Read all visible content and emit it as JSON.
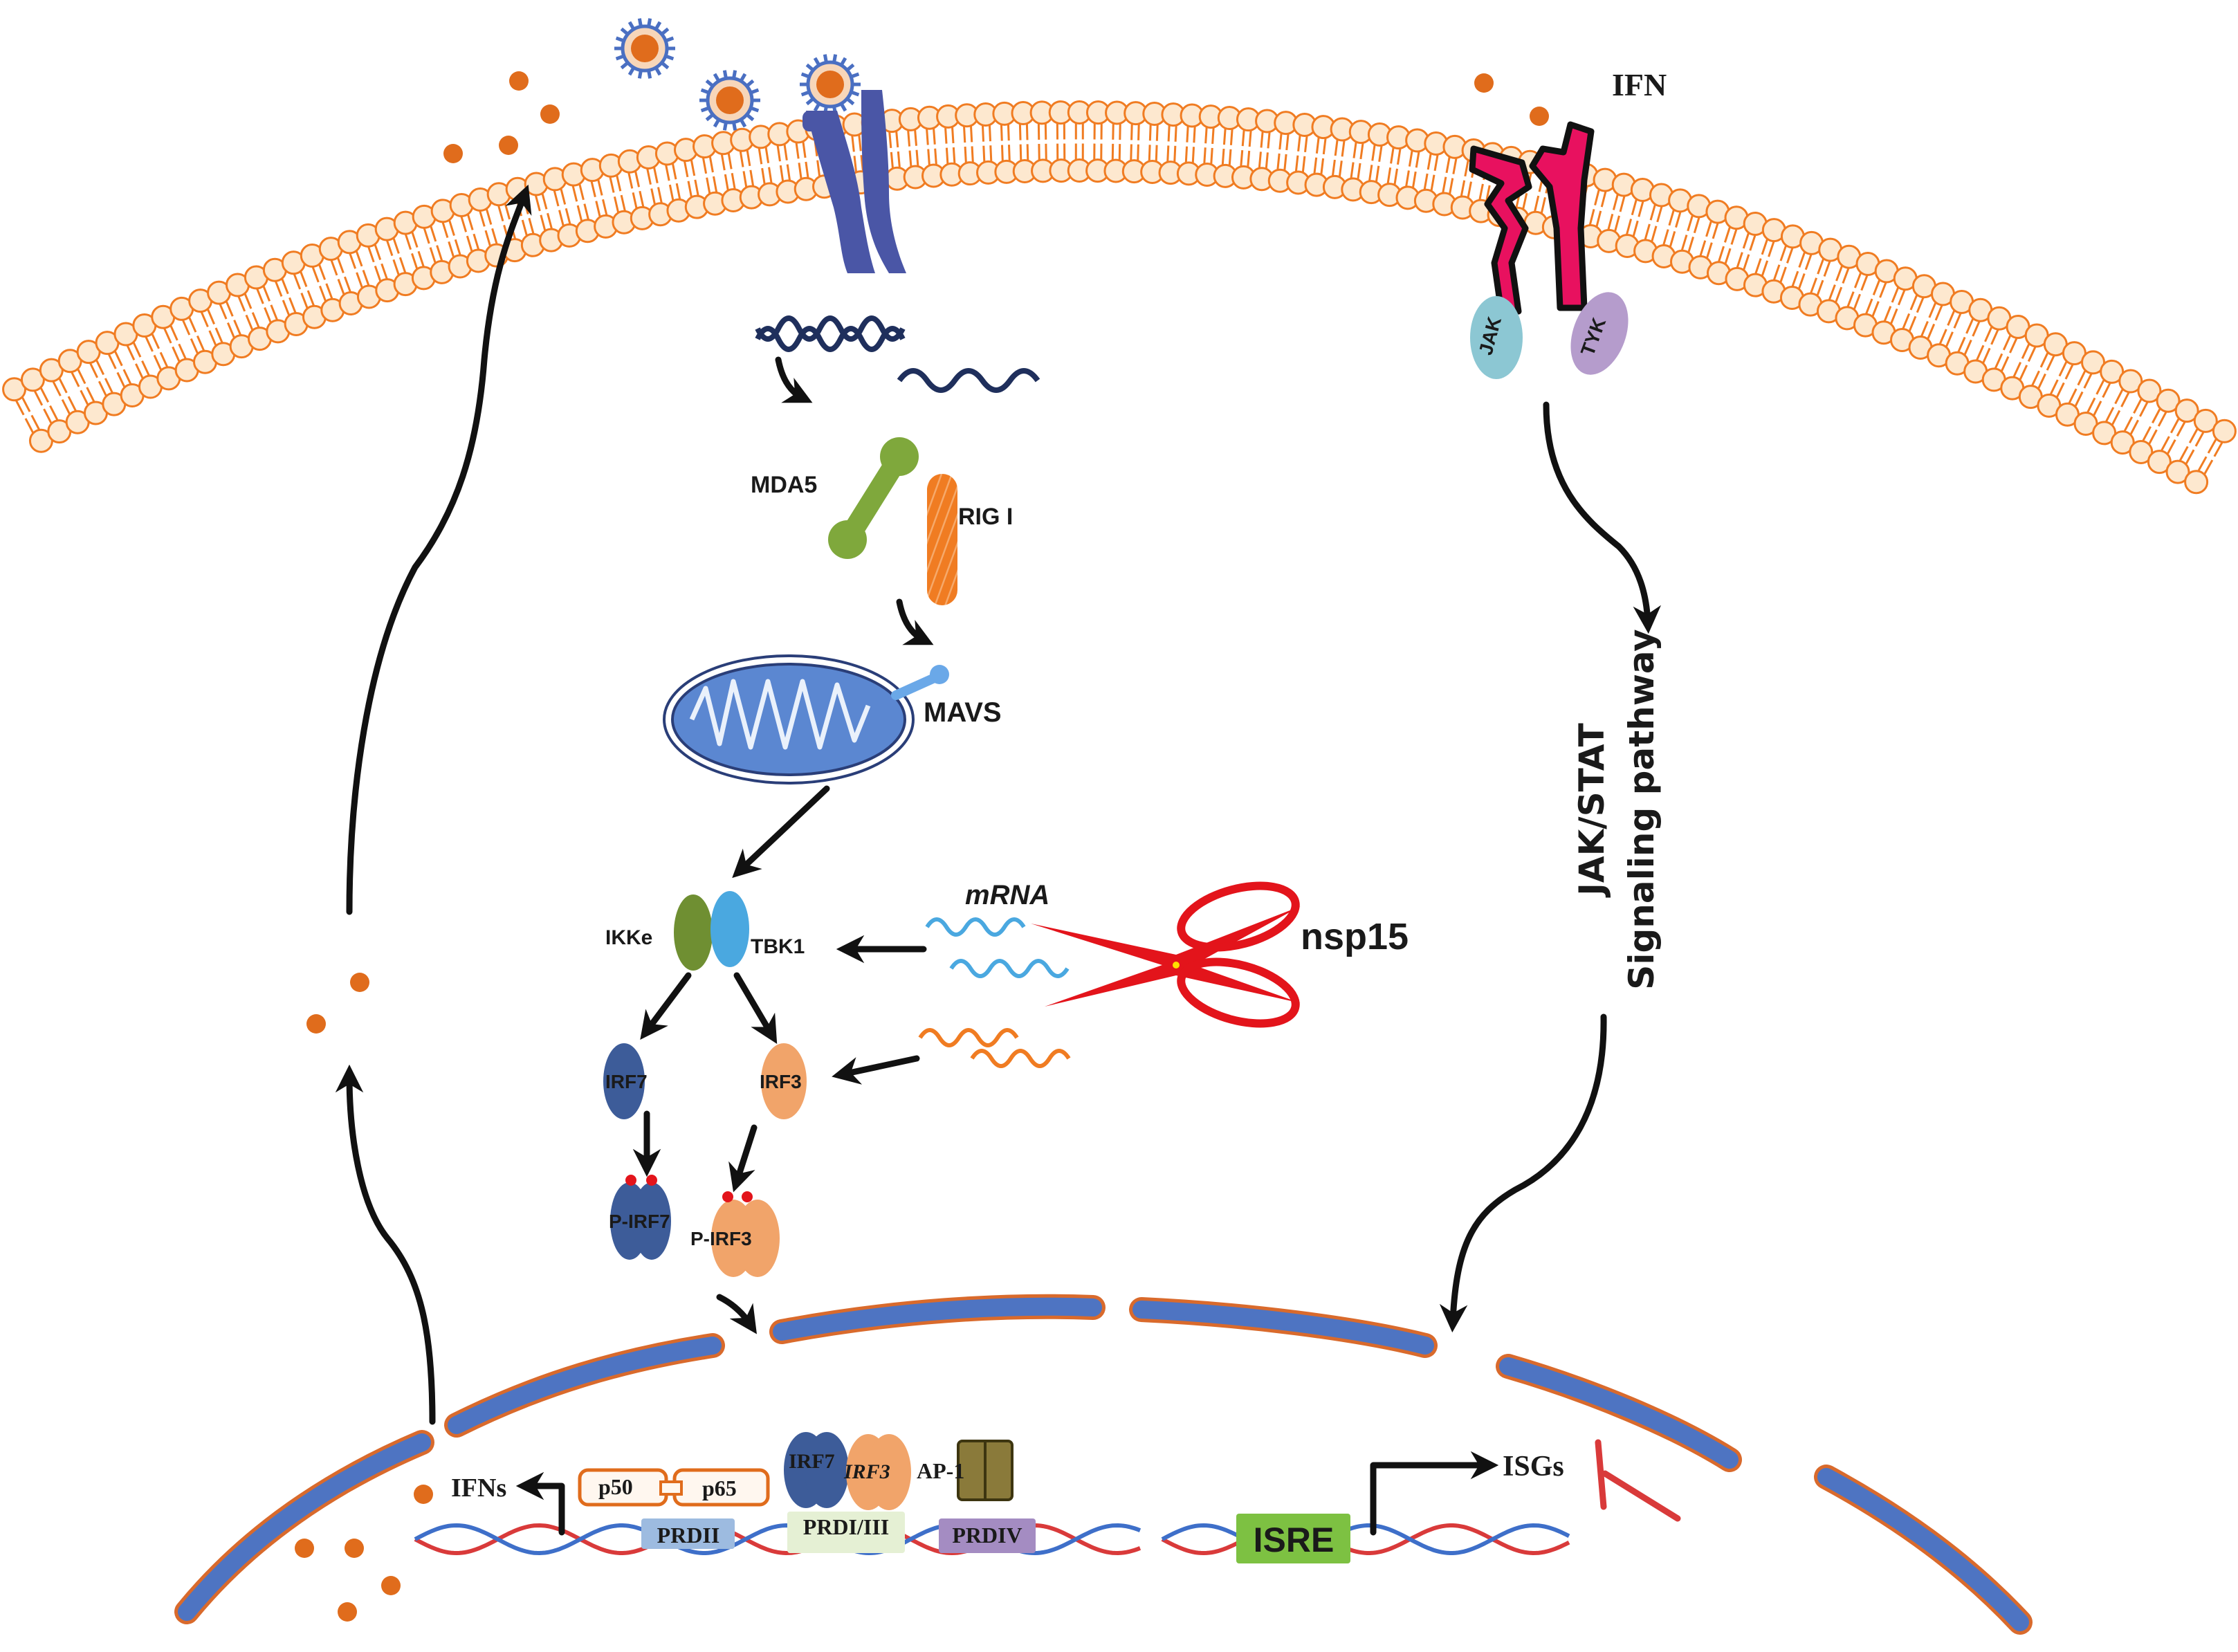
{
  "labels": {
    "ifn": "IFN",
    "jak": "JAK",
    "tyk": "TYK",
    "mda5": "MDA5",
    "rig1": "RIG I",
    "mavs": "MAVS",
    "ikke": "IKKe",
    "tbk1": "TBK1",
    "mrna": "mRNA",
    "nsp15": "nsp15",
    "irf7": "IRF7",
    "irf3": "IRF3",
    "p_irf7": "P-IRF7",
    "p_irf3": "P-IRF3",
    "jakstat_line1": "JAK/STAT",
    "jakstat_line2": "Signaling pathway",
    "ifns": "IFNs",
    "p50": "p50",
    "p65": "p65",
    "prdii": "PRDII",
    "irf7_box": "IRF7",
    "irf3_box": "IRF3",
    "ap1": "AP-1",
    "prdi_iii": "PRDI/III",
    "prdiv": "PRDIV",
    "isre": "ISRE",
    "isgs": "ISGs"
  },
  "colors": {
    "membrane": "#f07c22",
    "lipid_head": "#fde8cf",
    "ifn_dot": "#e06c1c",
    "receptor": "#4a56a6",
    "ifn_receptor": "#e8115f",
    "jak": "#8cc7d3",
    "tyk": "#b59ccc",
    "mda5": "#7fa83c",
    "rig1": "#f07c22",
    "mito": "#5b87d1",
    "ikke": "#6f8f32",
    "tbk1": "#4aa8e0",
    "irf7": "#3d5c99",
    "irf3": "#f1a46a",
    "scissors": "#e3141b",
    "nucleus": "#4e74c2",
    "isre": "#7dc142",
    "inhibit": "#d93a3a",
    "dna_red": "#d93a3a",
    "dna_blue": "#3e6fc9"
  }
}
